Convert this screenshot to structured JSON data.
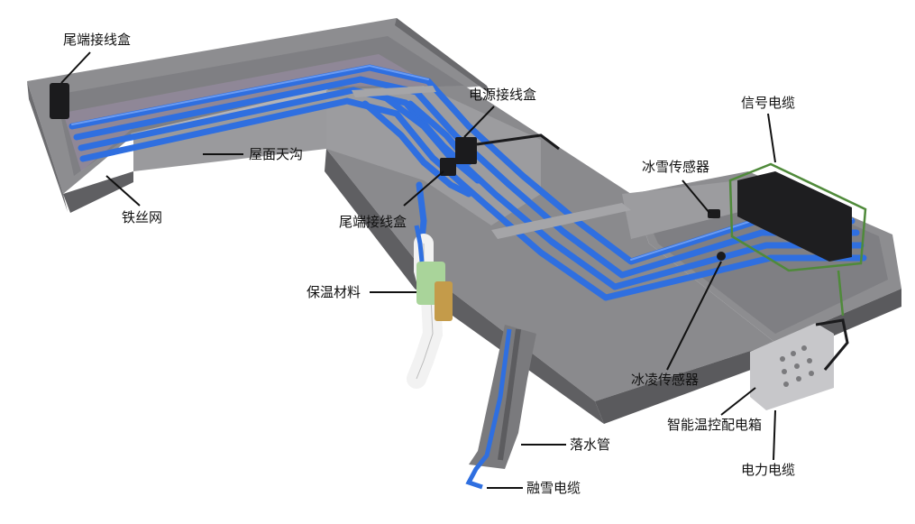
{
  "colors": {
    "background": "#ffffff",
    "concrete_top": "#8c8c8f",
    "concrete_side": "#6f6f72",
    "concrete_wall": "#9a9a9d",
    "cable_blue": "#2f6fe0",
    "cable_blue_light": "#6ea0f5",
    "mesh_tint": "#a493b0",
    "box_black": "#1b1b1d",
    "signal_green": "#4f8a3a",
    "insulation_green": "#a9d49a",
    "insulation_tan": "#c49b4a",
    "panel_gray": "#c7c7ca",
    "leader_line": "#111111"
  },
  "labels": {
    "tail_box_top": "尾端接线盒",
    "roof_gutter": "屋面天沟",
    "wire_mesh": "铁丝网",
    "power_junction_box": "电源接线盒",
    "tail_box_middle": "尾端接线盒",
    "insulation_material": "保温材料",
    "snow_sensor": "冰雪传感器",
    "signal_cable": "信号电缆",
    "ice_sensor": "冰凌传感器",
    "smart_control_box": "智能温控配电箱",
    "power_cable": "电力电缆",
    "downpipe": "落水管",
    "snow_melt_cable": "融雪电缆"
  }
}
